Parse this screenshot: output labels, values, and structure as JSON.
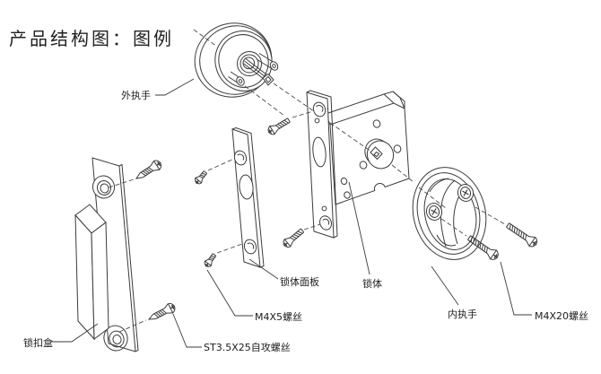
{
  "title": "产品结构图：图例",
  "labels": {
    "outer_handle": "外执手",
    "panel": "锁体面板",
    "lock_body": "锁体",
    "inner_handle": "内执手",
    "m4x5_screw": "M4X5螺丝",
    "m4x20_screw": "M4X20螺丝",
    "st_screw": "ST3.5X25自攻螺丝",
    "latch_box": "锁扣盒"
  },
  "colors": {
    "line": "#3b3b3b",
    "dash": "#4a4a4a",
    "text": "#1c1c1c",
    "background": "#ffffff"
  }
}
